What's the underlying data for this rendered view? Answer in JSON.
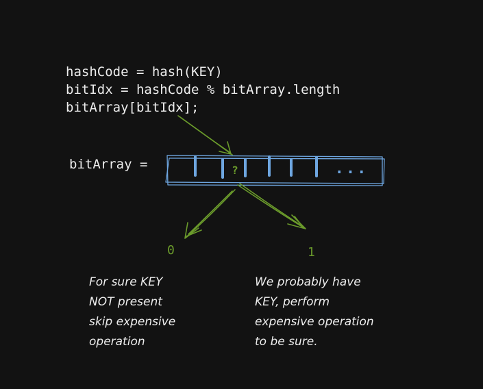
{
  "code_lines": [
    "hashCode = hash(KEY)",
    "bitIdx = hashCode % bitArray.length",
    "bitArray[bitIdx];"
  ],
  "array_label": "bitArray =",
  "cell_marker": "?",
  "ellipsis": "...",
  "outcomes": {
    "zero": "0",
    "one": "1"
  },
  "notes": {
    "zero": [
      "For sure KEY",
      "NOT present",
      "skip expensive",
      "operation"
    ],
    "one": [
      "We probably have",
      "KEY, perform",
      "expensive operation",
      "to be sure."
    ]
  },
  "colors": {
    "background": "#121212",
    "text": "#ececec",
    "accent_green": "#6a9a2b",
    "accent_blue": "#6ea6e0"
  }
}
